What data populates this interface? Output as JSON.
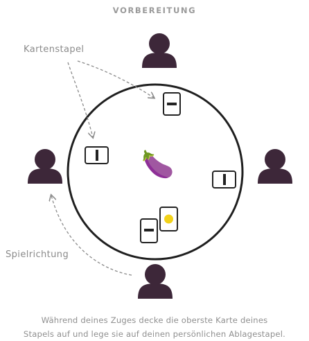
{
  "header": {
    "title": "VORBEREITUNG"
  },
  "labels": {
    "card_stacks": "Kartenstapel",
    "play_direction": "Spielrichtung"
  },
  "caption": {
    "line1": "Während deines Zuges decke die oberste Karte deines",
    "line2": "Stapels auf und lege sie auf deinen persönlichen Ablagestapel."
  },
  "center": {
    "emoji": "🍆"
  },
  "colors": {
    "player": "#3d2739",
    "line": "#1f1f1f",
    "label": "#8a8a8a",
    "card_yellow": "#f2d21a"
  }
}
